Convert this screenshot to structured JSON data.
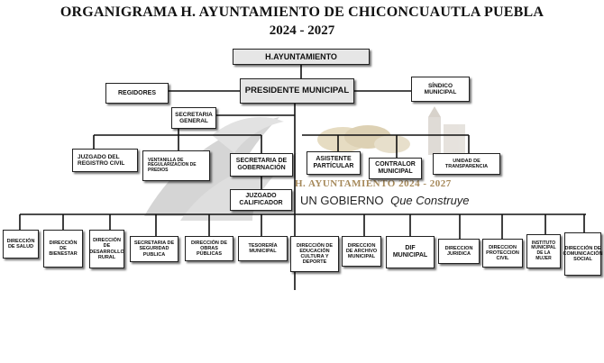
{
  "header": {
    "title": "ORGANIGRAMA  H. AYUNTAMIENTO DE CHICONCUAUTLA PUEBLA",
    "period": "2024 - 2027"
  },
  "watermark": {
    "name": "H. AYUNTAMIENTO 2024 - 2027",
    "slogan_a": "UN GOBIERNO",
    "slogan_b": "Que Construye"
  },
  "nodes": {
    "ayuntamiento": "H.AYUNTAMIENTO",
    "presidente": "PRESIDENTE MUNICIPAL",
    "regidores": "REGIDORES",
    "sindico": "SÍNDICO MUNICIPAL",
    "secretaria_general": "SECRETARIA GENERAL",
    "juzgado_civil": "JUZGADO DEL REGISTRO CIVIL",
    "ventanilla": "VENTANILLA DE REGULARIZACION DE PREDIOS",
    "secretaria_gobernacion": "SECRETARIA DE GOBERNACIÓN",
    "juzgado_calificador": "JUZGADO CALIFICADOR",
    "asistente": "ASISTENTE PARTÍCULAR",
    "contralor": "CONTRALOR MUNICIPAL",
    "transparencia": "UNIDAD DE TRANSPARENCIA"
  },
  "departments": [
    "DIRECCIÓN DE SALUD",
    "DIRECCIÓN DE BIENESTAR",
    "DIRECCIÓN DE DESARROLLO RURAL",
    "SECRETARIA DE SEGURIDAD PUBLICA",
    "DIRECCIÓN DE OBRAS PÚBLICAS",
    "TESORERÍA MUNICIPAL",
    "DIRECCIÓN DE EDUCACIÓN CULTURA Y DEPORTE",
    "DIRECCION DE ARCHIVO MUNICIPAL",
    "DIF MUNICIPAL",
    "DIRECCION JURIDICA",
    "DIRECCION PROTECCION CIVIL",
    "INSTITUTO MUNICIPAL DE LA MUJER",
    "DIRECCIÓN DE COMUNICACIÓN SOCIAL"
  ]
}
